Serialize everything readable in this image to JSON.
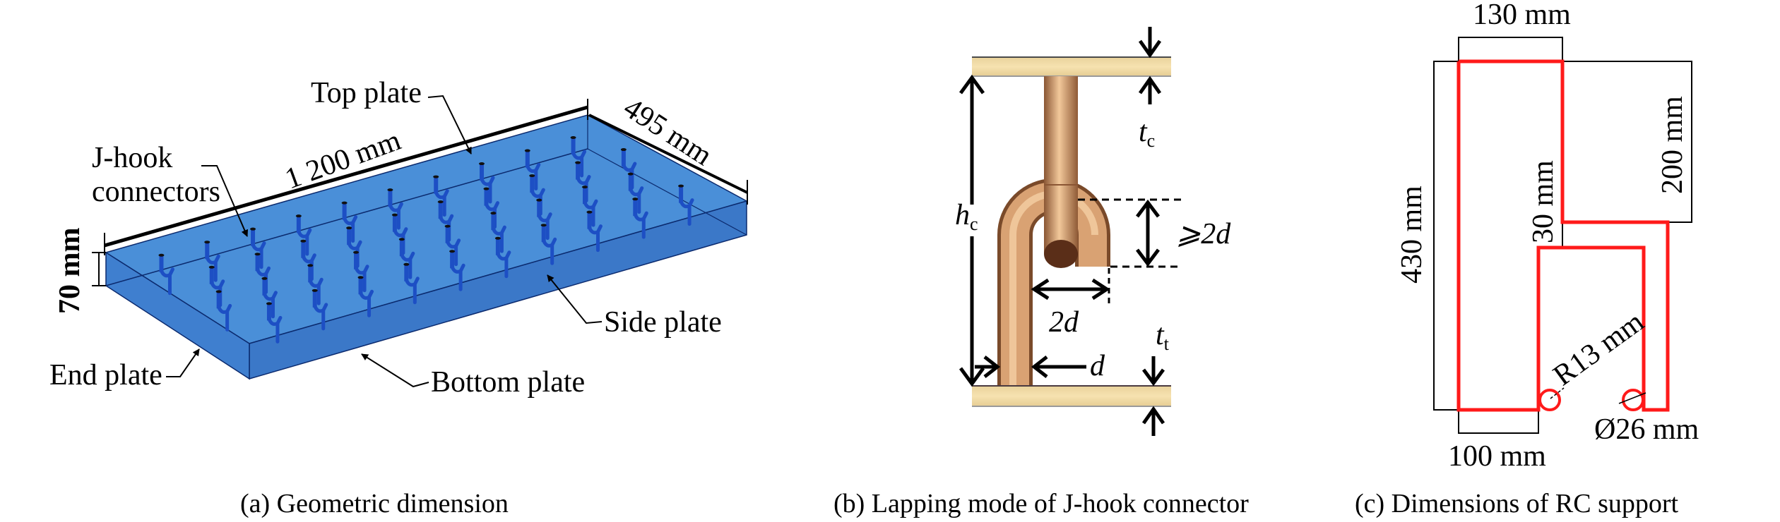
{
  "figure": {
    "panels": [
      {
        "id": "a",
        "caption": "(a) Geometric dimension",
        "labels": {
          "top_plate": "Top plate",
          "j_hook_line1": "J-hook",
          "j_hook_line2": "connectors",
          "length": "1 200 mm",
          "width": "495 mm",
          "height": "70 mm",
          "side_plate": "Side plate",
          "end_plate": "End plate",
          "bottom_plate": "Bottom plate"
        },
        "colors": {
          "box_top": "#4a8fd8",
          "box_side": "#3b78c8",
          "box_end": "#3f7fcf",
          "connector": "#1d4fc4"
        }
      },
      {
        "id": "b",
        "caption": "(b) Lapping mode of J-hook connector",
        "labels": {
          "tc_main": "t",
          "tc_sub": "c",
          "hc_main": "h",
          "hc_sub": "c",
          "overlap": "⩾2d",
          "gap": "2d",
          "diameter": "d",
          "tt_main": "t",
          "tt_sub": "t"
        },
        "colors": {
          "plate": "#f3dca5",
          "rod": "#c98a5a",
          "rod_highlight": "#f2c89a"
        }
      },
      {
        "id": "c",
        "caption": "(c) Dimensions of RC support",
        "labels": {
          "top_width": "130 mm",
          "total_height": "430 mm",
          "step_height": "200 mm",
          "gap_height": "30 mm",
          "bottom_width": "100 mm",
          "radius": "R13 mm",
          "diameter": "Ø26 mm"
        },
        "colors": {
          "outline": "#ff1a1a",
          "dimension": "#000000"
        }
      }
    ]
  }
}
